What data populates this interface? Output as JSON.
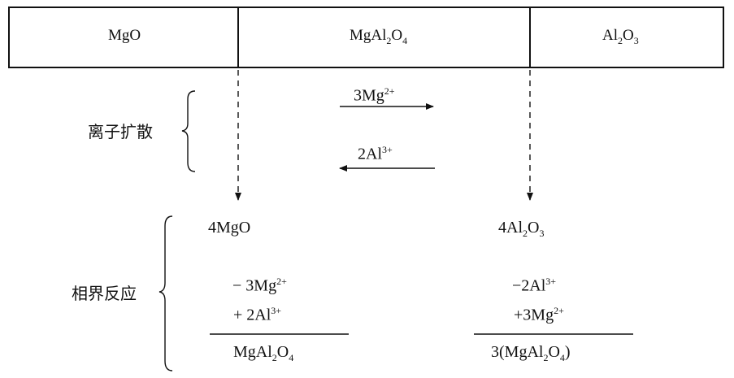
{
  "layers": {
    "left": "MgO",
    "middle": {
      "main": "MgAl",
      "sub1": "2",
      "main2": "O",
      "sub2": "4"
    },
    "right": {
      "main": "Al",
      "sub1": "2",
      "main2": "O",
      "sub2": "3"
    }
  },
  "diffusion": {
    "label": "离子扩散",
    "forward": {
      "main": "3Mg",
      "sup": "2+"
    },
    "backward": {
      "main": "2Al",
      "sup": "3+"
    }
  },
  "reaction": {
    "label": "相界反应",
    "left": {
      "reactant": "4MgO",
      "minus": {
        "main": "− 3Mg",
        "sup": "2+"
      },
      "plus": {
        "main": "+ 2Al",
        "sup": "3+"
      },
      "product": {
        "main": "MgAl",
        "sub1": "2",
        "main2": "O",
        "sub2": "4"
      }
    },
    "right": {
      "reactant": {
        "main": "4Al",
        "sub1": "2",
        "main2": "O",
        "sub2": "3"
      },
      "minus": {
        "main": "−2Al",
        "sup": "3+"
      },
      "plus": {
        "main": "+3Mg",
        "sup": "2+"
      },
      "product": {
        "pre": "3(MgAl",
        "sub1": "2",
        "main2": "O",
        "sub2": "4",
        "post": ")"
      }
    }
  }
}
